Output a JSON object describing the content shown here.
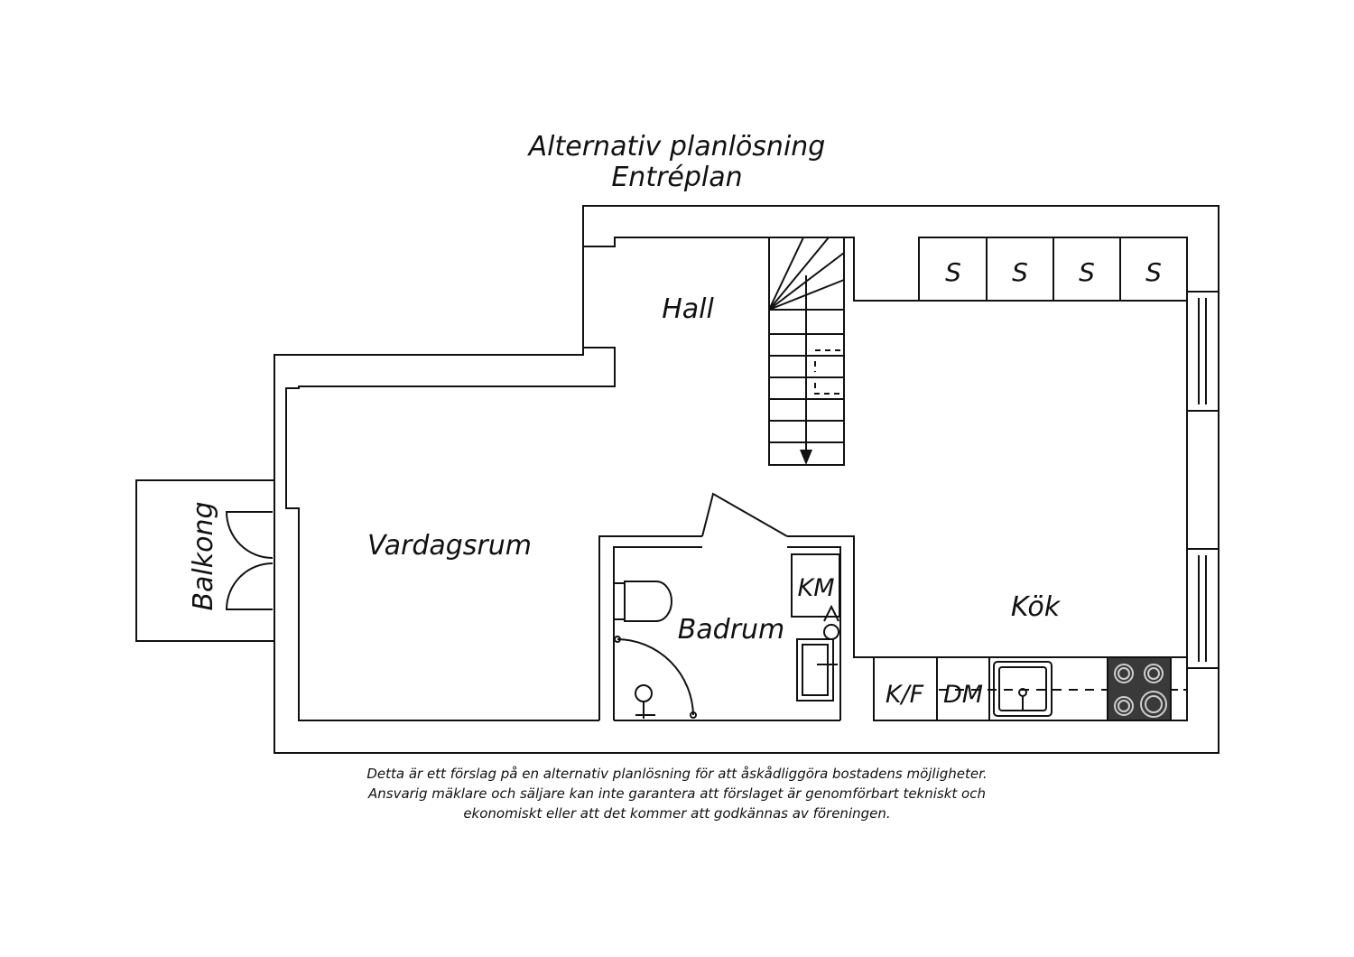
{
  "header": {
    "title": "Alternativ planlösning",
    "subtitle": "Entréplan"
  },
  "rooms": {
    "hall": "Hall",
    "vardagsrum": "Vardagsrum",
    "balkong": "Balkong",
    "badrum": "Badrum",
    "kok": "Kök"
  },
  "fixtures": {
    "storage": [
      "S",
      "S",
      "S",
      "S"
    ],
    "washer": "KM",
    "fridge": "K/F",
    "dishwasher": "DM"
  },
  "disclaimer": {
    "line1": "Detta är ett förslag på en alternativ planlösning för att åskådliggöra bostadens möjligheter.",
    "line2": "Ansvarig mäklare och säljare kan inte garantera att förslaget är genomförbart tekniskt och",
    "line3": "ekonomiskt eller att det kommer att godkännas av föreningen."
  },
  "colors": {
    "line": "#111111",
    "stove": "#3a3a3a"
  }
}
